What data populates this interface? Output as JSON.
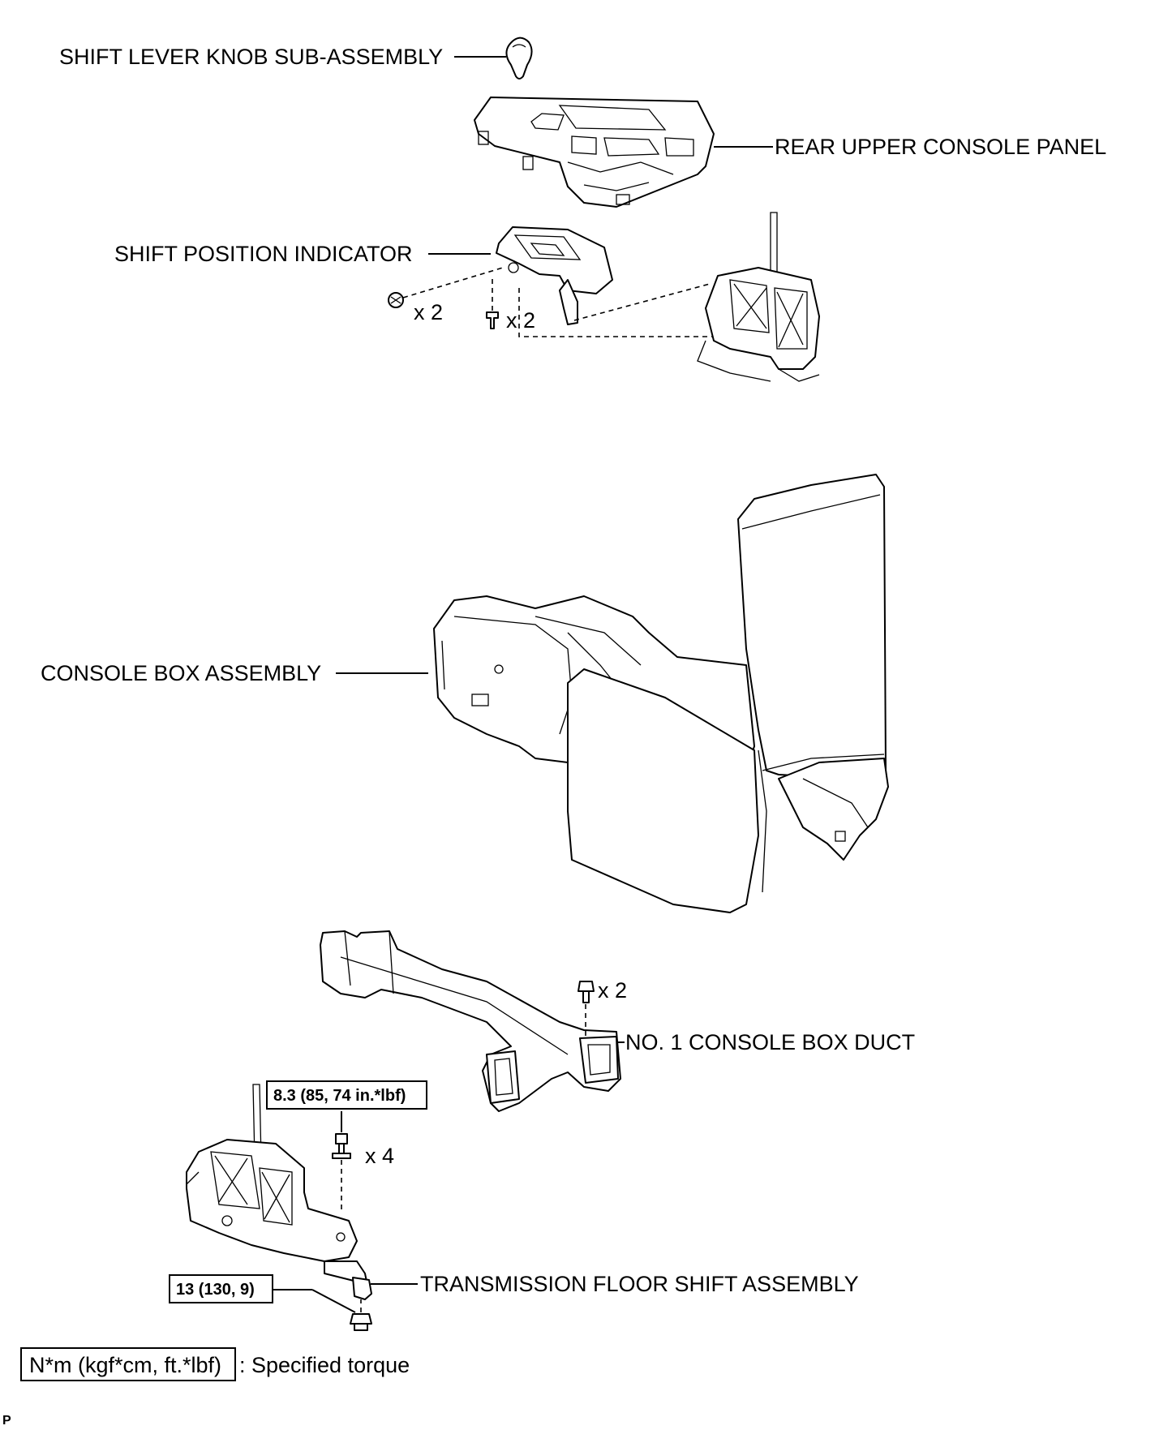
{
  "labels": {
    "shift_lever_knob": "SHIFT LEVER KNOB SUB-ASSEMBLY",
    "rear_upper_console_panel": "REAR UPPER CONSOLE PANEL",
    "shift_position_indicator": "SHIFT POSITION INDICATOR",
    "console_box_assembly": "CONSOLE BOX ASSEMBLY",
    "no1_console_box_duct": "NO. 1 CONSOLE BOX DUCT",
    "transmission_floor_shift": "TRANSMISSION FLOOR SHIFT ASSEMBLY"
  },
  "quantities": {
    "indicator_clip": "x 2",
    "indicator_screw": "x 2",
    "duct_bolt": "x 2",
    "shift_bolt": "x 4"
  },
  "torques": {
    "shift_bolts": "8.3 (85, 74 in.*lbf)",
    "cable_nut": "13 (130, 9)"
  },
  "legend": {
    "box_text": "N*m (kgf*cm, ft.*lbf)",
    "description": ": Specified torque"
  },
  "corner_mark": "P"
}
